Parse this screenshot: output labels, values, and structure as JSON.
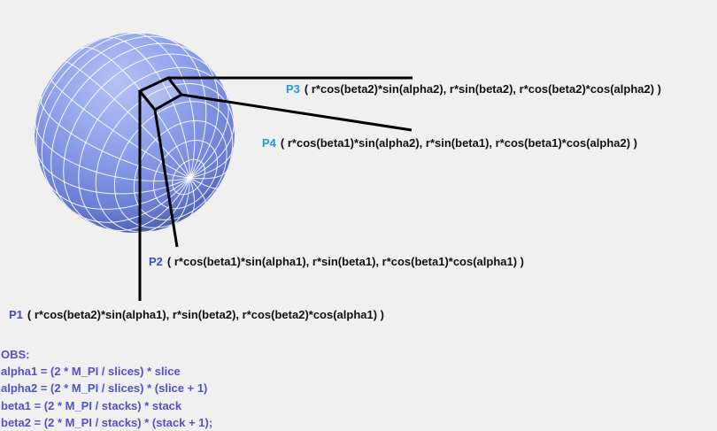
{
  "colors": {
    "background": "#f0f0f0",
    "sphere_light": "#a9b8f3",
    "sphere_mid": "#7184dd",
    "sphere_dark": "#3b4a9a",
    "mesh_lines": "#ffffff",
    "p_label_dark": "#3a4fc6",
    "p_label_light": "#1e9cd8",
    "obs_text": "#4d55c9",
    "formula_text": "#111111",
    "leader_lines": "#000000"
  },
  "points": [
    {
      "name": "P3",
      "formula": "( r*cos(beta2)*sin(alpha2), r*sin(beta2), r*cos(beta2)*cos(alpha2) )",
      "name_color": "#1e9cd8"
    },
    {
      "name": "P4",
      "formula": "( r*cos(beta1)*sin(alpha2), r*sin(beta1), r*cos(beta1)*cos(alpha2) )",
      "name_color": "#1e9cd8"
    },
    {
      "name": "P2",
      "formula": "( r*cos(beta1)*sin(alpha1), r*sin(beta1), r*cos(beta1)*cos(alpha1) )",
      "name_color": "#3a4fc6"
    },
    {
      "name": "P1",
      "formula": "( r*cos(beta2)*sin(alpha1), r*sin(beta2), r*cos(beta2)*cos(alpha1) )",
      "name_color": "#3a4fc6"
    }
  ],
  "obs": {
    "title": "OBS:",
    "lines": [
      "alpha1 = (2 * M_PI / slices) * slice",
      "alpha2 = (2 * M_PI / slices) * (slice + 1)",
      "beta1 = (2 * M_PI / stacks) * stack",
      "beta2 = (2 * M_PI / stacks) * (stack + 1);"
    ]
  }
}
